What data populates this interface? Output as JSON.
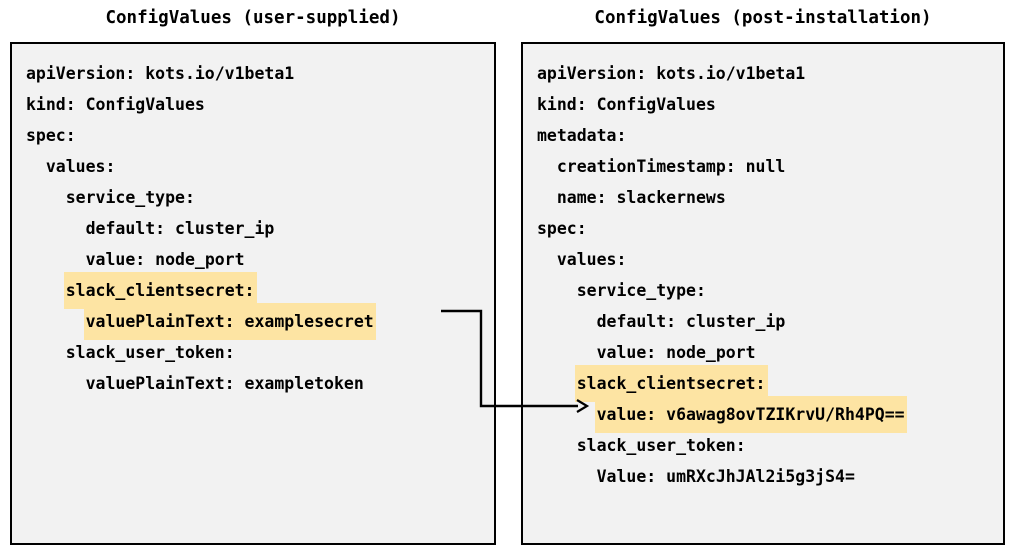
{
  "panels": {
    "left": {
      "title": "ConfigValues (user-supplied)",
      "lines": [
        {
          "text": "apiVersion: kots.io/v1beta1",
          "highlight": false
        },
        {
          "text": "kind: ConfigValues",
          "highlight": false
        },
        {
          "text": "spec:",
          "highlight": false
        },
        {
          "text": "  values:",
          "highlight": false
        },
        {
          "text": "    service_type:",
          "highlight": false
        },
        {
          "text": "      default: cluster_ip",
          "highlight": false
        },
        {
          "text": "      value: node_port",
          "highlight": false
        },
        {
          "text": "    slack_clientsecret:",
          "highlight": true
        },
        {
          "text": "      valuePlainText: examplesecret",
          "highlight": true
        },
        {
          "text": "    slack_user_token:",
          "highlight": false
        },
        {
          "text": "      valuePlainText: exampletoken",
          "highlight": false
        }
      ]
    },
    "right": {
      "title": "ConfigValues (post-installation)",
      "lines": [
        {
          "text": "apiVersion: kots.io/v1beta1",
          "highlight": false
        },
        {
          "text": "kind: ConfigValues",
          "highlight": false
        },
        {
          "text": "metadata:",
          "highlight": false
        },
        {
          "text": "  creationTimestamp: null",
          "highlight": false
        },
        {
          "text": "  name: slackernews",
          "highlight": false
        },
        {
          "text": "spec:",
          "highlight": false
        },
        {
          "text": "  values:",
          "highlight": false
        },
        {
          "text": "    service_type:",
          "highlight": false
        },
        {
          "text": "      default: cluster_ip",
          "highlight": false
        },
        {
          "text": "      value: node_port",
          "highlight": false
        },
        {
          "text": "    slack_clientsecret:",
          "highlight": true
        },
        {
          "text": "      value: v6awag8ovTZIKrvU/Rh4PQ==",
          "highlight": true
        },
        {
          "text": "    slack_user_token:",
          "highlight": false
        },
        {
          "text": "      Value: umRXcJhJAl2i5g3jS4=",
          "highlight": false
        }
      ]
    }
  },
  "connector": {
    "label": "",
    "from": "left.valuePlainText: examplesecret",
    "to": "right.value: v6awag8ovTZIKrvU/Rh4PQ=="
  },
  "colors": {
    "highlight": "#fde4a3",
    "panel_background": "#f2f2f2",
    "panel_border": "#000000",
    "text": "#000000",
    "connector": "#000000",
    "page_background": "#ffffff"
  }
}
